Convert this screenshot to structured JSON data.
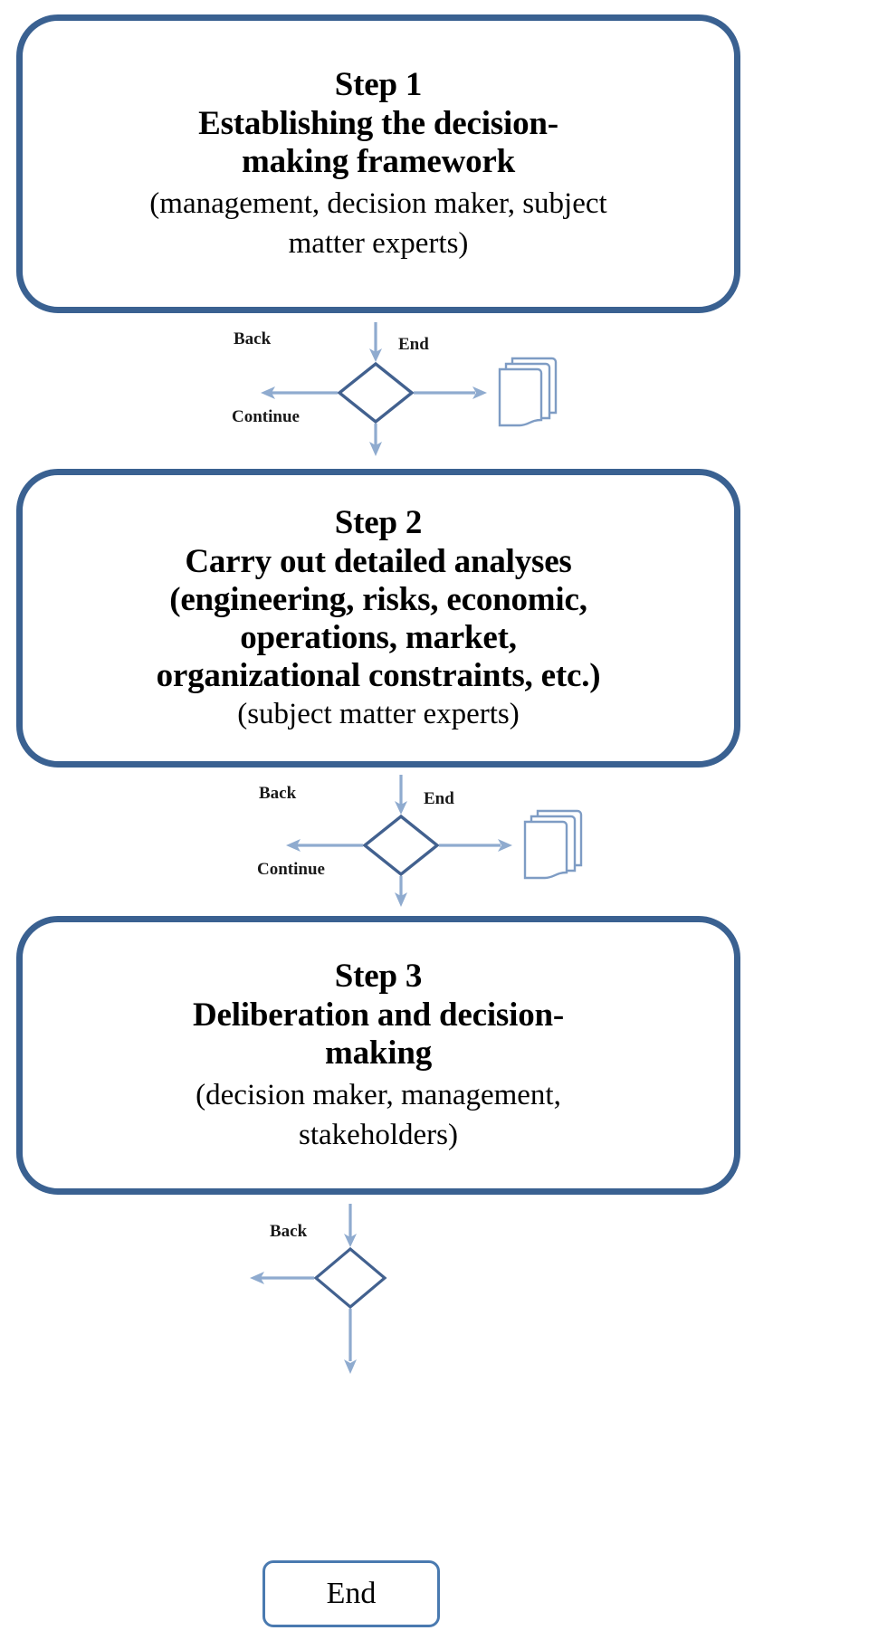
{
  "diagram": {
    "title": "Decision-making process flowchart",
    "colors": {
      "box_border": "#3a6191",
      "arrow": "#8fabcf",
      "diamond_outline": "#4a6ea0",
      "doc_outline": "#7e9cc4",
      "text": "#000000"
    }
  },
  "steps": [
    {
      "id": "step-1",
      "title_line1": "Step 1",
      "title_line2": "Establishing the decision-",
      "title_line3": "making framework",
      "sub_line1": "(management,  decision maker,  subject",
      "sub_line2": "matter  experts)"
    },
    {
      "id": "step-2",
      "title_line1": "Step 2",
      "title_line2": "Carry out detailed analyses",
      "title_line3": "(engineering, risks, economic,",
      "title_line4": "operations, market,",
      "title_line5": "organizational constraints, etc.)",
      "sub_line1": "(subject matter experts)"
    },
    {
      "id": "step-3",
      "title_line1": "Step 3",
      "title_line2": "Deliberation and decision-",
      "title_line3": "making",
      "sub_line1": "(decision maker, management,",
      "sub_line2": "stakeholders)"
    }
  ],
  "connectors": [
    {
      "id": "connector-1",
      "back_label": "Back",
      "end_label": "End",
      "continue_label": "Continue",
      "has_document_stack": true
    },
    {
      "id": "connector-2",
      "back_label": "Back",
      "end_label": "End",
      "continue_label": "Continue",
      "has_document_stack": true
    },
    {
      "id": "connector-3",
      "back_label": "Back",
      "has_document_stack": false
    }
  ],
  "terminal": {
    "label": "End"
  }
}
